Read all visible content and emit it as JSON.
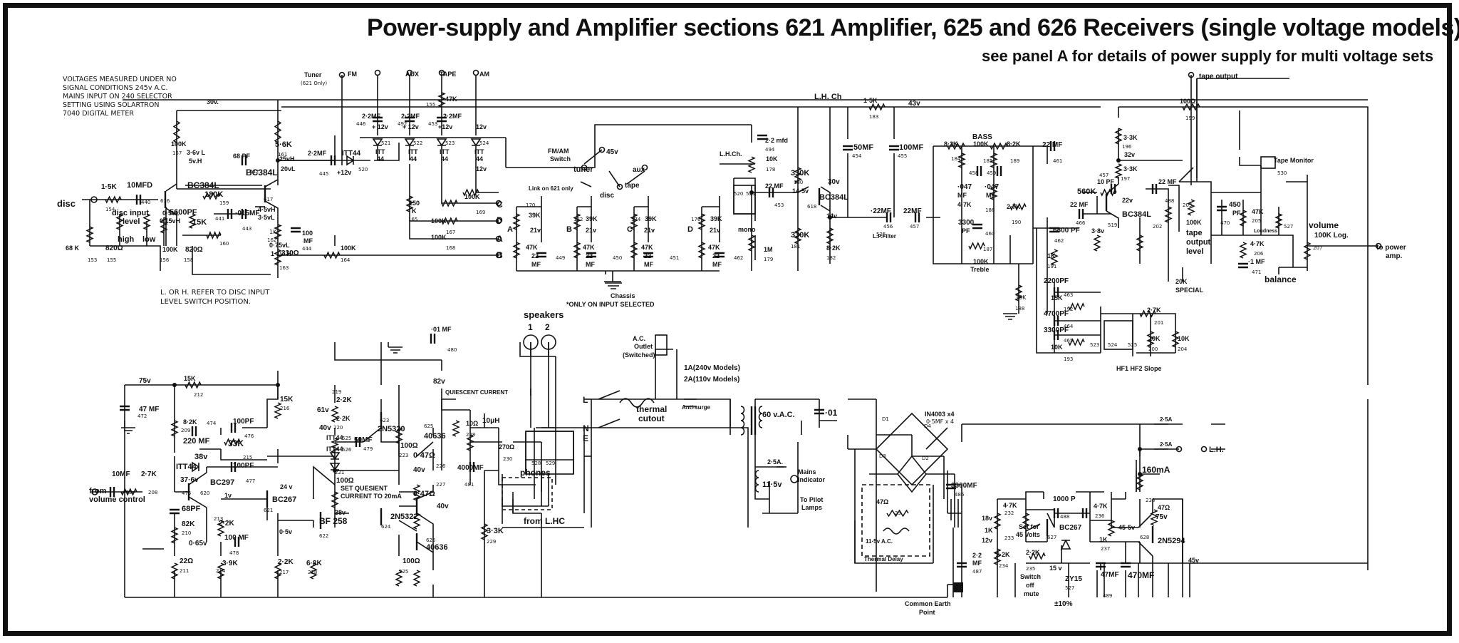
{
  "header": {
    "title": "Power-supply and Amplifier sections  621 Amplifier, 625 and 626 Receivers (single voltage models)",
    "subtitle": "see panel A for details of power supply for multi voltage sets"
  },
  "notes": [
    "VOLTAGES MEASURED UNDER NO",
    "SIGNAL CONDITIONS  245v A.C.",
    "MAINS INPUT ON 240 SELECTOR",
    "SETTING USING SOLARTRON",
    "7040 DIGITAL METER"
  ],
  "footnote": [
    "L. OR H. REFER TO DISC INPUT",
    "LEVEL SWITCH POSITION."
  ],
  "preamp": {
    "disc": "disc",
    "r154": "1·5K",
    "r154n": "154",
    "c440": "10MFD",
    "c440n": "440",
    "disc_level": "disc input",
    "disc_level2": "level",
    "high": "high",
    "low": "low",
    "r153": "68 K",
    "r153n": "153",
    "r155": "820Ω",
    "r155n": "155",
    "r156": "100K",
    "r156n": "156",
    "r158": "820Ω",
    "r158n": "158",
    "r157": "100K",
    "r157n": "157",
    "v616a": "3·6v L",
    "v616b": "5v.H",
    "q616": "BC384L",
    "q616n": "616",
    "v616c": "0·5vL",
    "v616d": "0.15vH",
    "c442": "68 PF",
    "c442n": "442",
    "r159": "180K",
    "r159n": "159",
    "c441": "5600PF",
    "c441n": "441",
    "r160": "15K",
    "r160n": "160",
    "c443": "·015MF",
    "c443n": "443",
    "r161": "5·6K",
    "r161n": "161",
    "q617": "BC384L",
    "q617n": "617",
    "v617a": "25vH",
    "v617b": "20vL",
    "v617c": "4·5vH",
    "v617d": "3·5vL",
    "v617e": "0·75vL",
    "v617f": "1·1v. H",
    "r162": "1K",
    "r162n": "162",
    "r163": "330Ω",
    "r163n": "163",
    "c444": "100",
    "c444b": "MF",
    "c444n": "444",
    "c445": "2·2MF",
    "c445n": "445",
    "v30": "30v.",
    "d520": "ITT44",
    "d520n": "520",
    "v12": "+12v",
    "r164": "100K",
    "r164n": "164"
  },
  "inputs": {
    "tuner": "Tuner",
    "tuner2": "(621 Only)",
    "fm": "FM",
    "aux": "AUX",
    "tape": "TAPE",
    "am": "AM",
    "c446": "2·2MF",
    "c446n": "446",
    "c492": "2·2MF",
    "c492n": "492",
    "c453": "2·2MF",
    "c453n": "453",
    "r155b": "47K",
    "r155bn": "155",
    "v12a": "+ 12v",
    "v12b": "+ 12v",
    "v12c": "+12v",
    "v12d": "12v",
    "v12e": "12v",
    "d521": "521",
    "d522": "522",
    "d523": "523",
    "d524": "524",
    "itt": "ITT",
    "itt44": "44",
    "r165": "150",
    "r165b": "K",
    "r165n": "165",
    "r167": "100K",
    "r167n": "167",
    "r168": "100K",
    "r168n": "168",
    "r169": "100K",
    "r169n": "169",
    "lc": "C",
    "ld": "D",
    "la": "A",
    "lb": "B"
  },
  "selector": {
    "fmam": "FM/AM",
    "switch": "Switch",
    "tuner": "tuner",
    "v45": "45v",
    "link": "Link on 621 only",
    "aux": "aux",
    "disc": "disc",
    "tape": "tape",
    "r170": "39K",
    "r170n": "170",
    "r172": "39K",
    "r172n": "172",
    "r174": "39K",
    "r174n": "174",
    "r176": "39K",
    "r176n": "176",
    "v21": "21v",
    "r171": "47K",
    "r173": "47K",
    "r175": "47K",
    "r177": "47K",
    "c22": "22",
    "cmf": "MF",
    "c449": "449",
    "c450": "450",
    "c451": "451",
    "c462": "462",
    "a": "A",
    "b": "B",
    "c": "C",
    "d": "D",
    "chassis": "Chassis",
    "only": "*ONLY ON INPUT SELECTED",
    "lhch": "L.H.Ch.",
    "s520": "520",
    "s521": "521",
    "mono": "mono"
  },
  "tone": {
    "lhch": "L.H. Ch",
    "c494": "2·2 mfd",
    "c494n": "494",
    "r178": "10K",
    "r178n": "178",
    "c453": "22 MF",
    "c453n": "453",
    "r179": "1M",
    "r179n": "179",
    "r180": "330K",
    "r180n": "180",
    "r181": "330K",
    "r181n": "181",
    "v30": "30v",
    "v145": "14·5v",
    "q618": "BC384L",
    "q618n": "618",
    "v14": "14v",
    "r182": "8·2K",
    "r182n": "182",
    "r183": "1·5K",
    "r183n": "183",
    "v43": "43v",
    "c454": "50MF",
    "c454n": "454",
    "c455": "100MF",
    "c455n": "455",
    "c456": "·22MF",
    "c456n": "456",
    "c457": "22MF",
    "c457n": "457",
    "lf": "L.F.Filter",
    "lfn": "525",
    "bass": "BASS",
    "r184": "8·2K",
    "r184n": "184",
    "r185": "100K",
    "r185n": "185",
    "c458": "·047",
    "c458b": "MF",
    "c458n": "458",
    "c459": "·047",
    "c459b": "MF",
    "c459n": "459",
    "r186": "4·7K",
    "r186n": "186",
    "c460": "3300",
    "c460b": "PF",
    "c460n": "460",
    "r187": "100K",
    "r187b": "Treble",
    "r187n": "187",
    "r189": "8·2K",
    "r189n": "189",
    "r190": "2·7K",
    "r190n": "190",
    "c461": "22 MF",
    "c461n": "461",
    "r188": "39K",
    "r188n": "188"
  },
  "filter": {
    "c462": "6800 PF",
    "c462n": "462",
    "r191": "1K",
    "r191n": "191",
    "c463": "2200PF",
    "c463n": "463",
    "r192": "15K",
    "r192n": "192",
    "c464": "4700PF",
    "c464n": "464",
    "c465": "3300PF",
    "c465n": "465",
    "r193": "10K",
    "r193n": "193",
    "s523": "523",
    "s524": "524",
    "s525": "525",
    "r201": "2·7K",
    "r201n": "201",
    "r200": "10K",
    "r200n": "200",
    "r204": "10K",
    "r204n": "204",
    "hf": "HF1  HF2  Slope"
  },
  "outstage": {
    "tape_output": "tape output",
    "r199": "100Ω",
    "r199n": "199",
    "r196": "3·3K",
    "r196n": "196",
    "v32": "32v",
    "r197": "3·3K",
    "r197n": "197",
    "c457": "457",
    "c10": "10 PF",
    "c488": "22 MF",
    "c488n": "488",
    "r560": "560K",
    "c466": "22 MF",
    "c466n": "466",
    "v22": "22v",
    "q519": "BC384L",
    "q519n": "519",
    "v38": "3·8v",
    "r202": "202",
    "r203": "203",
    "tape_level": "tape",
    "tape_level2": "output",
    "tape_level3": "level",
    "r100k": "100K",
    "special": "20K",
    "special2": "SPECIAL",
    "tape_mon": "Tape Monitor",
    "tape_mon_n": "530",
    "c470": "450",
    "c470b": "PF",
    "c470n": "470",
    "r205": "47K",
    "r205n": "205",
    "r206": "4·7K",
    "r206n": "206",
    "c471": "·1 MF",
    "c471n": "471",
    "loud": "Loudness",
    "s527": "527",
    "volume": "volume",
    "r207": "100K Log.",
    "r207n": "207",
    "power_amp": "to power",
    "power_amp2": "amp.",
    "balance": "balance"
  },
  "poweramp": {
    "c480": "·01 MF",
    "c480n": "480",
    "v75": "75v",
    "r212": "15K",
    "r212n": "212",
    "c472": "47 MF",
    "c472n": "472",
    "r209": "8·2K",
    "r209n": "209",
    "c474": "220 MF",
    "c474n": "474",
    "v38": "38v",
    "itt44": "ITT44",
    "v376": "37·6v",
    "c473": "10MF",
    "c473n": "473",
    "r208": "2·7K",
    "r208n": "208",
    "from_vol": "from",
    "from_vol2": "volume control",
    "q620": "BC297",
    "q620n": "620",
    "c475": "68PF",
    "c475n": "475",
    "r210": "82K",
    "r210n": "210",
    "r213": "2·2K",
    "r213n": "213",
    "v065": "0·65v",
    "c478": "100 MF",
    "c478n": "478",
    "r211": "22Ω",
    "r211n": "211",
    "r214": "3·9K",
    "r214n": "214",
    "c476": "100PF",
    "c476n": "476",
    "r215": "33K",
    "r215n": "215",
    "c477": "100PF",
    "c477n": "477",
    "v1": "1v",
    "r216": "15K",
    "r216n": "216",
    "v24": "24 v",
    "q621": "BC267",
    "q621n": "621",
    "v05": "0·5v",
    "r217": "2·2K",
    "r217n": "217",
    "r218": "6·8K",
    "r218n": "218",
    "v61": "61v",
    "r219": "2·2K",
    "r219n": "219",
    "r220": "2·2K",
    "r220n": "220",
    "d525": "ITT44",
    "d525n": "525",
    "d526": "ITT44",
    "d526n": "526",
    "v40": "40v",
    "c479": "50MF",
    "c479n": "479",
    "r221": "100Ω",
    "r221n": "221",
    "set1": "SET QUESIENT",
    "set2": "CURRENT TO 20mA",
    "v38b": "38v",
    "q622": "BF 258",
    "q622n": "622",
    "v82": "82v",
    "q623": "2N5320",
    "q623n": "623",
    "r223": "100Ω",
    "r223n": "223",
    "q624": "2N5322",
    "q624n": "624",
    "quiescent": "QUIESCENT CURRENT",
    "q625": "40636",
    "q625n": "625",
    "r226": "0·47Ω",
    "r226n": "226",
    "r227": "0·47Ω",
    "r227n": "227",
    "v40a": "40v",
    "v40b": "40v",
    "q626": "40636",
    "q626n": "626",
    "r225": "100Ω",
    "r225n": "225",
    "r228": "10Ω",
    "r228n": "228",
    "l10": "10μH",
    "c481": "4000MF",
    "c481n": "481",
    "r230": "270Ω",
    "r230n": "230",
    "r229": "3·3K",
    "r229n": "229"
  },
  "speakers": {
    "label": "speakers",
    "s1": "1",
    "s2": "2",
    "phones": "phones",
    "j528": "528",
    "j529": "529",
    "from_lhc": "from L.HC"
  },
  "mains": {
    "outlet": "A.C.",
    "outlet2": "Outlet",
    "outlet3": "(Switched)",
    "fuse1": "1A(240v Models)",
    "fuse2": "2A(110v Models)",
    "l": "L",
    "n": "N",
    "e": "E",
    "thermal": "thermal",
    "thermal2": "cutout",
    "surge": "Anti-surge",
    "v60": "60 v.A.C.",
    "c01": "·01",
    "f25": "2·5A.",
    "mains_ind": "Mains",
    "mains_ind2": "Indicator",
    "v115": "11·5v",
    "pilot": "To Pilot",
    "pilot2": "Lamps",
    "r23": "47Ω",
    "r23n": "23",
    "vac115": "11·5v A.C.",
    "thermal_delay": "Thermal  Delay",
    "bridge": "IN4003 x4",
    "bridge2": "0·5MF x 4",
    "d1": "D1",
    "d2": "D2",
    "d3": "D3",
    "d4": "D4",
    "c486": "3300MF",
    "c486n": "486",
    "earth": "Common Earth",
    "earth2": "Point"
  },
  "regulator": {
    "f25a": "2·5A",
    "f25b": "2·5A",
    "lh": "L.H.",
    "i160": "160mA",
    "r238": "238",
    "r47": "47Ω",
    "v75": "75v",
    "q628": "2N5294",
    "q628n": "628",
    "r236": "4·7K",
    "r236n": "236",
    "v455": "45·5v",
    "c488": "1000 P",
    "c488n": "488",
    "r232": "4·7K",
    "r232n": "232",
    "v18": "18v",
    "r233": "1K",
    "r233n": "233",
    "set45": "Set for",
    "set45b": "45 Volts",
    "q627": "BC267",
    "q627n": "627",
    "v12": "12v",
    "r237": "1K",
    "r237n": "237",
    "c487": "2·2",
    "c487b": "MF",
    "c487n": "487",
    "r234": "2·2K",
    "r234n": "234",
    "r235": "2·2K",
    "r235n": "235",
    "v15": "15 v",
    "zener": "ZY15",
    "zener_n": "527",
    "c489": "47MF",
    "c489n": "489",
    "c470mf": "470MF",
    "sw": "Switch",
    "sw2": "off",
    "sw3": "mute",
    "v45": "45v",
    "pct": "±10%"
  },
  "colors": {
    "ink": "#111111",
    "paper": "#ffffff"
  }
}
